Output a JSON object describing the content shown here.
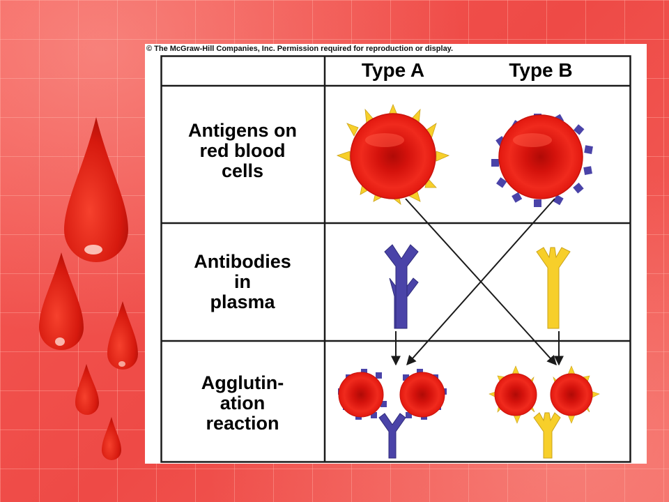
{
  "copyright": "© The McGraw-Hill Companies, Inc. Permission required for reproduction or display.",
  "headers": {
    "col_a": "Type A",
    "col_b": "Type B"
  },
  "rows": {
    "antigens": [
      "Antigens on",
      "red blood",
      "cells"
    ],
    "antibodies": [
      "Antibodies",
      "in",
      "plasma"
    ],
    "agglutination": [
      "Agglutin-",
      "ation",
      "reaction"
    ]
  },
  "colors": {
    "cell_red": "#e0140f",
    "antigen_a_yellow": "#f7cf2a",
    "antigen_b_blue": "#4a43a8",
    "grid_line": "#1a1a1a"
  },
  "icons": [
    "blood-drop-icon",
    "red-blood-cell-icon",
    "antibody-y-icon",
    "arrow-icon"
  ]
}
